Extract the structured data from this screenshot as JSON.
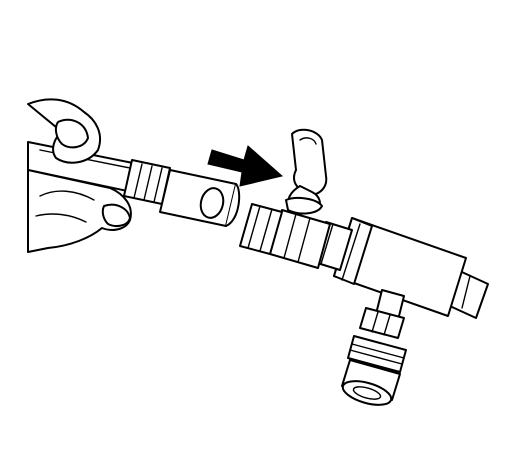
{
  "figure": {
    "type": "line-art-illustration",
    "colors": {
      "line": "#000000",
      "background": "#ffffff"
    },
    "parts": [
      "hand",
      "hose-left",
      "quick-coupler",
      "direction-arrow",
      "valve-handle",
      "tee-fitting",
      "hose-right",
      "service-port-adapter",
      "service-port-cap"
    ]
  }
}
